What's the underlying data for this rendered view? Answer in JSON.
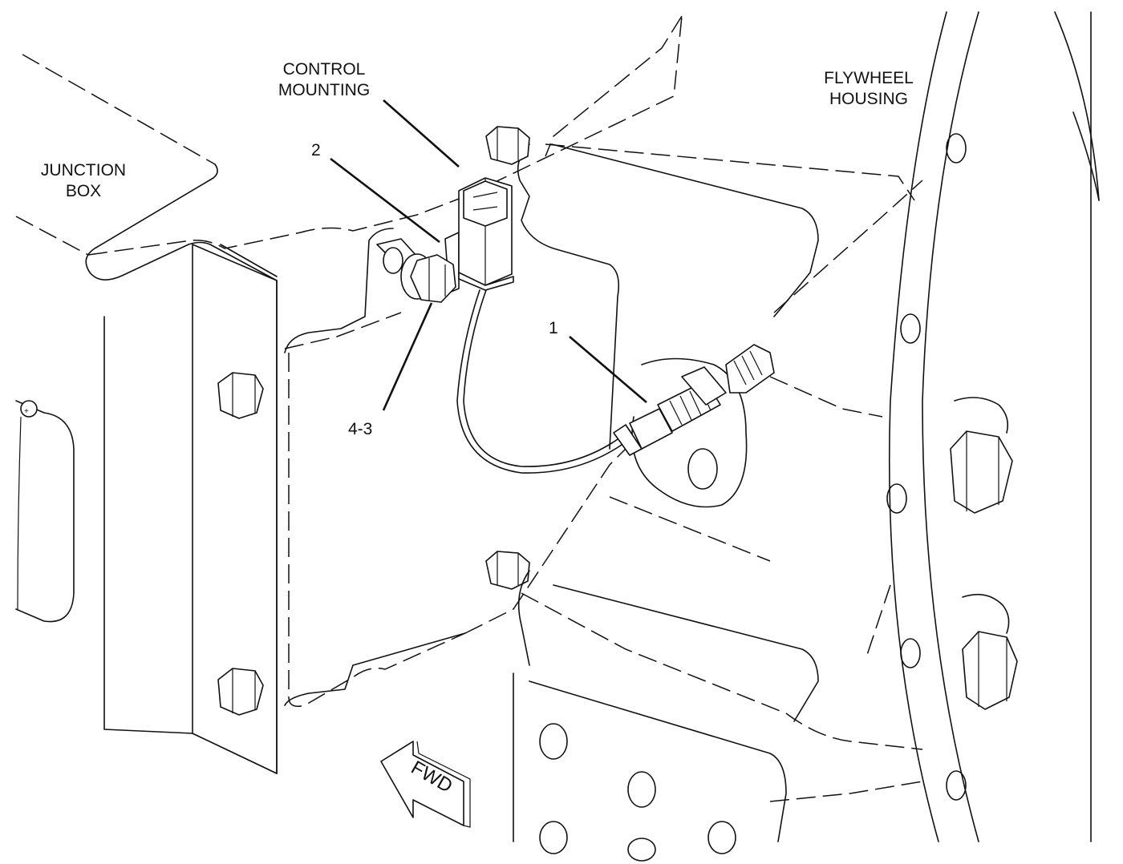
{
  "labels": {
    "control_mounting": [
      "CONTROL",
      "MOUNTING"
    ],
    "flywheel_housing": [
      "FLYWHEEL",
      "HOUSING"
    ],
    "junction_box": [
      "JUNCTION",
      "BOX"
    ],
    "callout_1": "1",
    "callout_2": "2",
    "callout_4_3": "4-3",
    "fwd": "FWD"
  }
}
